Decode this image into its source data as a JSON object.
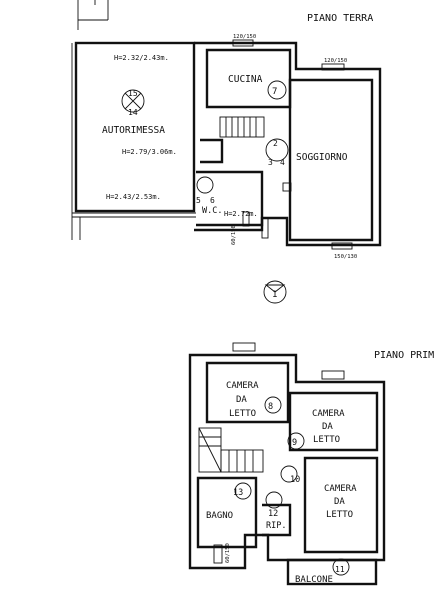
{
  "floors": [
    {
      "name": "PIANO TERRA"
    },
    {
      "name": "PIANO PRIM"
    }
  ],
  "rooms": {
    "autorimessa": {
      "name": "AUTORIMESSA",
      "h_top": "H=2.32/2.43m.",
      "h_mid": "H=2.79/3.06m.",
      "h_bot": "H=2.43/2.53m.",
      "markers": [
        "15",
        "14"
      ]
    },
    "cucina": {
      "name": "CUCINA",
      "marker": "7"
    },
    "soggiorno": {
      "name": "SOGGIORNO",
      "markers": [
        "2",
        "3",
        "4"
      ]
    },
    "wc": {
      "name": "W.C.",
      "height": "H=2.72m.",
      "markers": [
        "5",
        "6"
      ]
    },
    "camera1": {
      "name_l1": "CAMERA",
      "name_l2": "DA",
      "name_l3": "LETTO",
      "marker": "8"
    },
    "camera2": {
      "name_l1": "CAMERA",
      "name_l2": "DA",
      "name_l3": "LETTO",
      "marker": "9"
    },
    "camera3": {
      "name_l1": "CAMERA",
      "name_l2": "DA",
      "name_l3": "LETTO",
      "marker": "10"
    },
    "bagno": {
      "name": "BAGNO",
      "marker": "13"
    },
    "rip": {
      "name": "RIP.",
      "marker": "12"
    },
    "balcone": {
      "name": "BALCONE",
      "marker": "11"
    }
  },
  "entrance_marker": "1",
  "dims": {
    "d1": "120/150",
    "d2": "120/150",
    "d3": "60/150",
    "d4": "150/130",
    "d5": "60/150"
  }
}
